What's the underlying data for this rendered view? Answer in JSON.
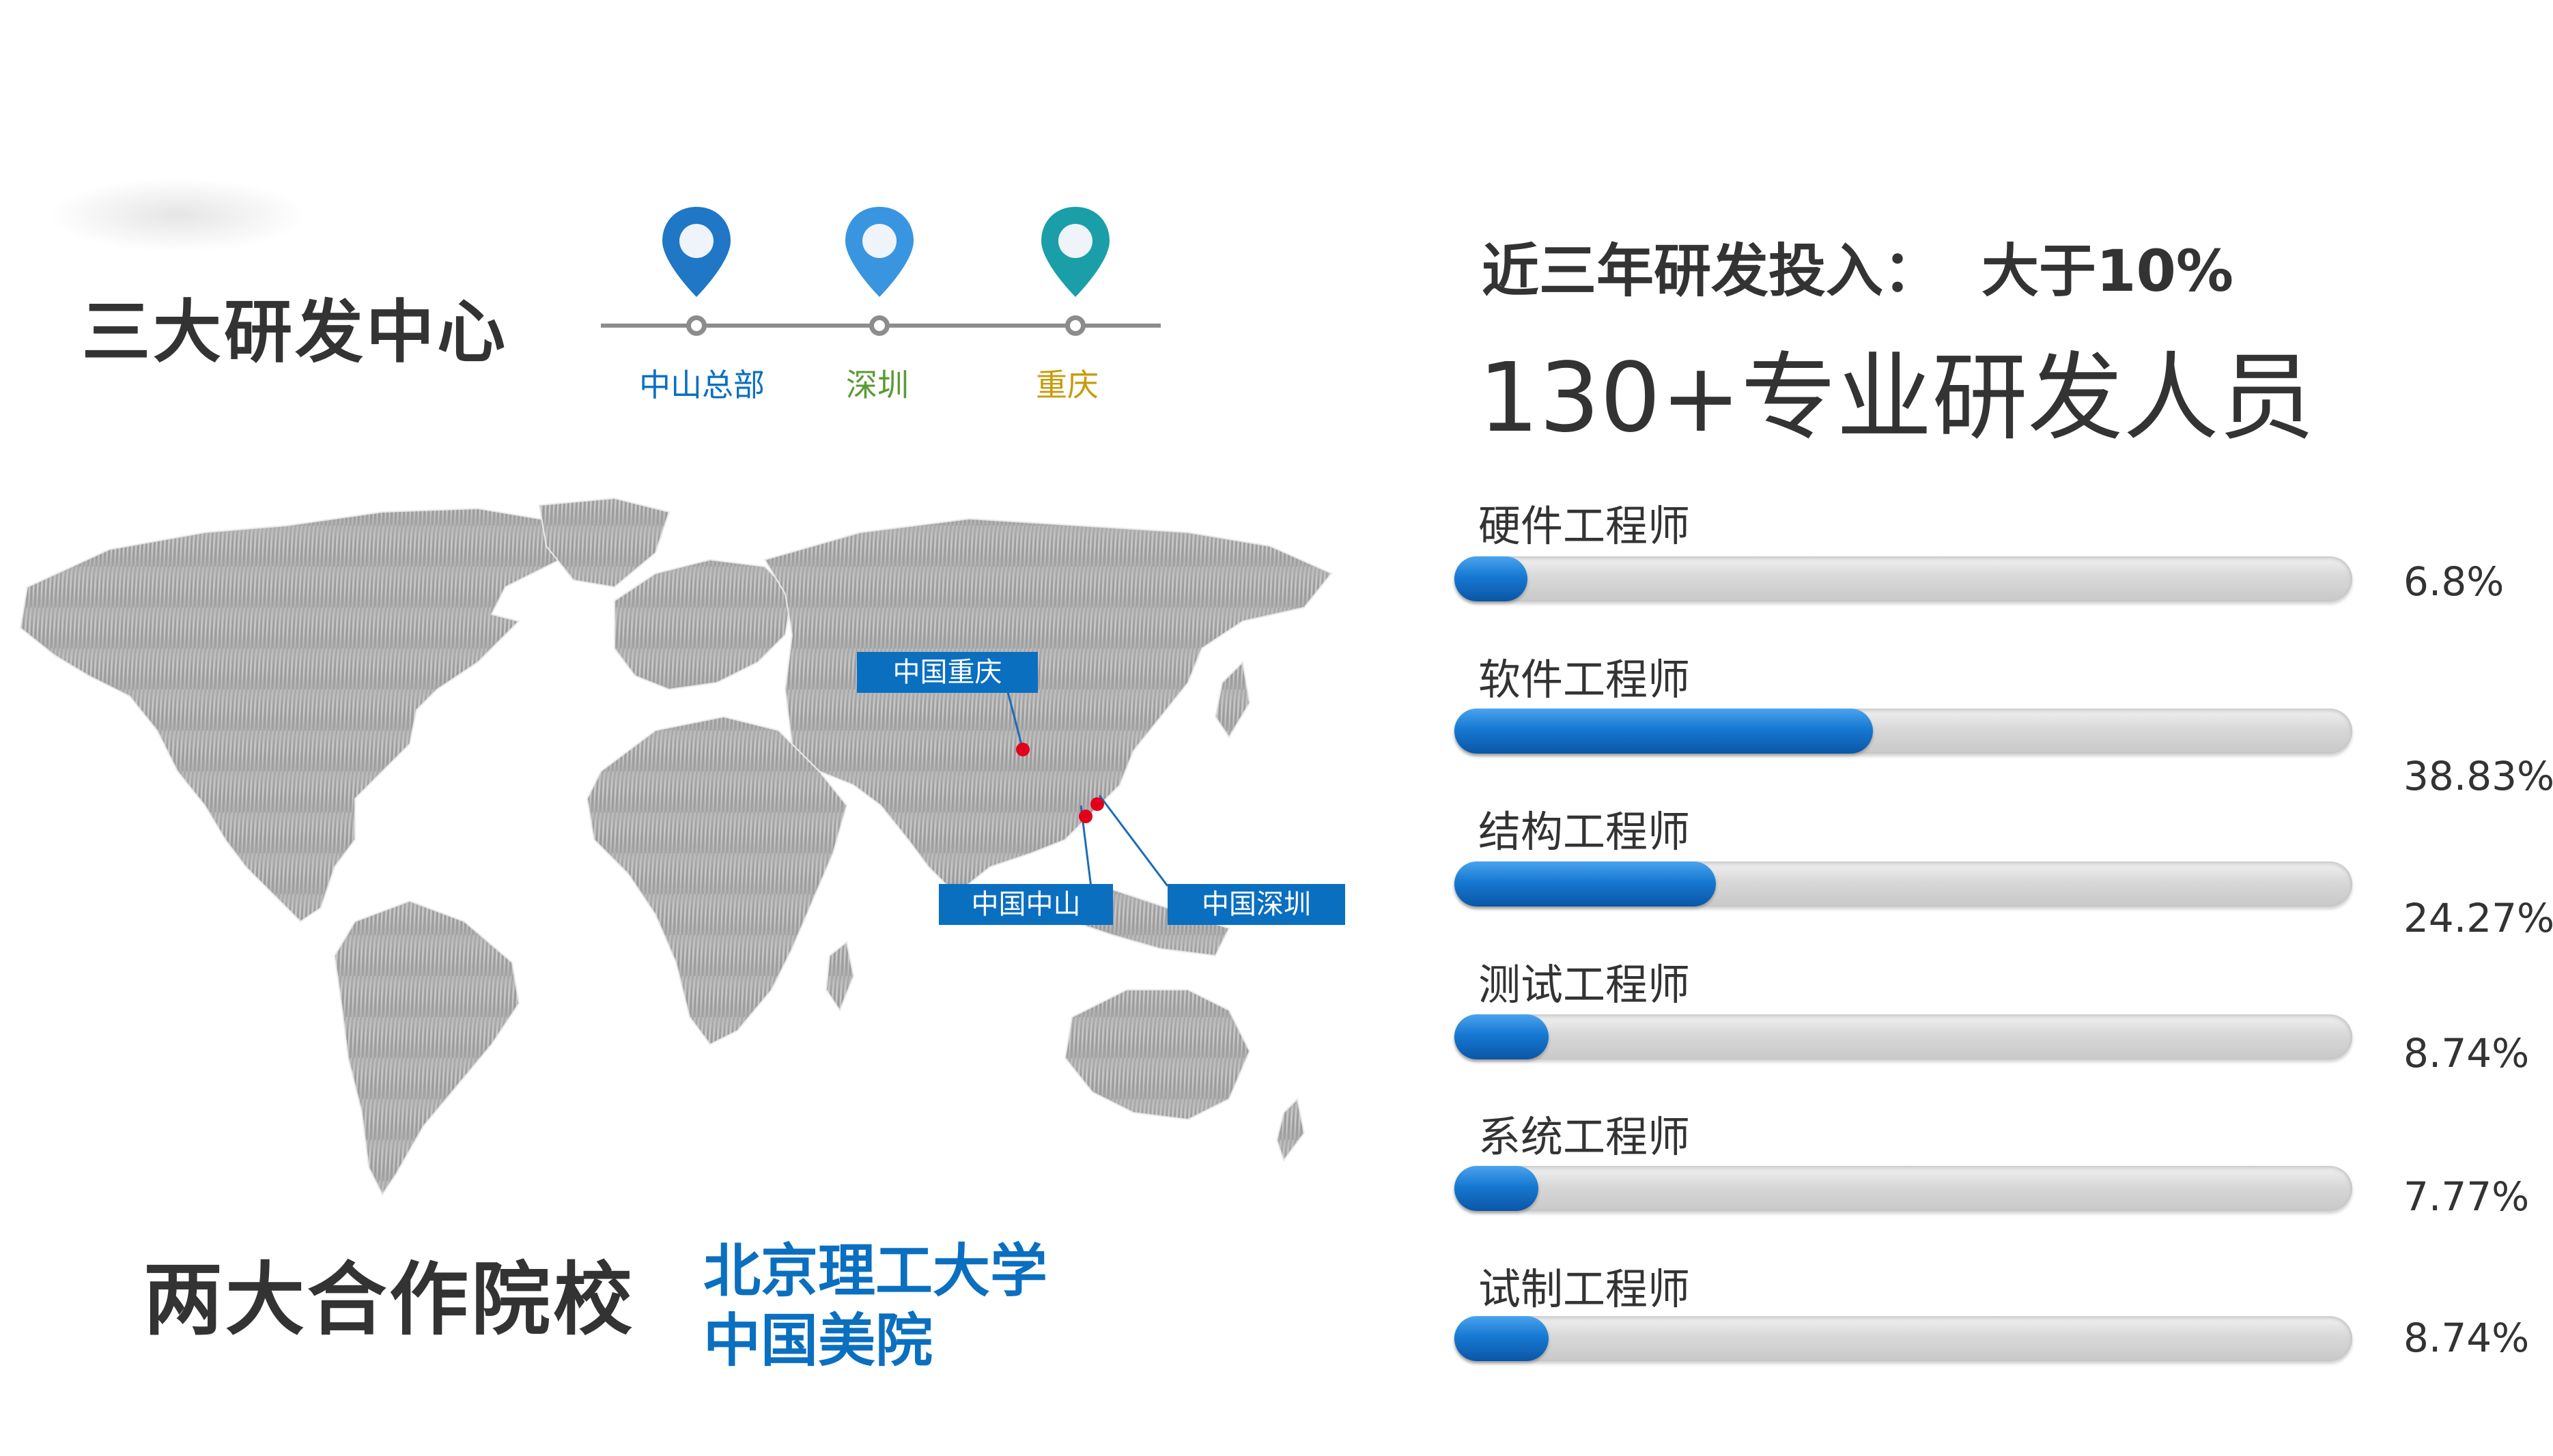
{
  "left": {
    "title": "三大研发中心",
    "centers": [
      {
        "label": "中山总部",
        "color": "#0b6fc0",
        "pin_color": "#1f77c6"
      },
      {
        "label": "深圳",
        "color": "#5a9a32",
        "pin_color": "#3a95e0"
      },
      {
        "label": "重庆",
        "color": "#c89b0a",
        "pin_color": "#1a9fa8"
      }
    ]
  },
  "map": {
    "callouts": [
      {
        "label": "中国重庆"
      },
      {
        "label": "中国中山"
      },
      {
        "label": "中国深圳"
      }
    ]
  },
  "partners": {
    "title": "两大合作院校",
    "schools": [
      "北京理工大学",
      "中国美院"
    ]
  },
  "right": {
    "rd_investment_label": "近三年研发投入：",
    "rd_investment_value": "大于10%",
    "staff": "130+专业研发人员",
    "bars": [
      {
        "label": "硬件工程师",
        "percent": 6.8,
        "display": "6.8%"
      },
      {
        "label": "软件工程师",
        "percent": 38.83,
        "display": "38.83%"
      },
      {
        "label": "结构工程师",
        "percent": 24.27,
        "display": "24.27%"
      },
      {
        "label": "测试工程师",
        "percent": 8.74,
        "display": "8.74%"
      },
      {
        "label": "系统工程师",
        "percent": 7.77,
        "display": "7.77%"
      },
      {
        "label": "试制工程师",
        "percent": 8.74,
        "display": "8.74%"
      }
    ]
  }
}
